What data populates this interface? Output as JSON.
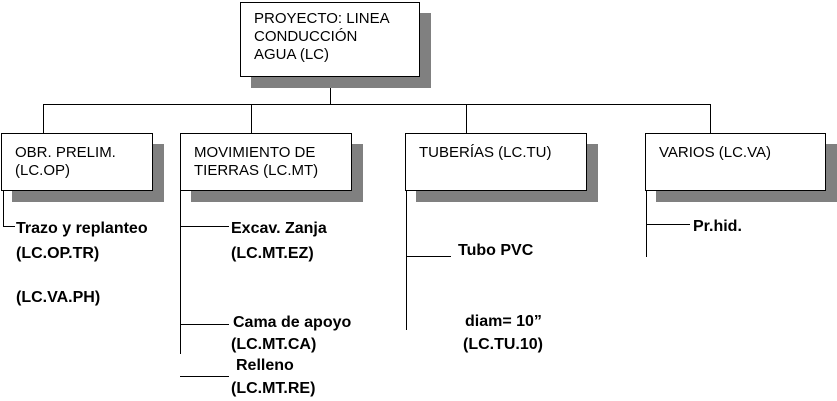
{
  "root": {
    "lines": [
      "PROYECTO: LINEA",
      "CONDUCCIÓN",
      "AGUA (LC)"
    ]
  },
  "categories": [
    {
      "id": "op",
      "lines": [
        "OBR. PRELIM.",
        "(LC.OP)"
      ],
      "items": [
        {
          "name": "Trazo y replanteo",
          "code": "(LC.OP.TR)"
        },
        {
          "code": "(LC.VA.PH)"
        }
      ]
    },
    {
      "id": "mt",
      "lines": [
        "MOVIMIENTO DE",
        "TIERRAS (LC.MT)"
      ],
      "items": [
        {
          "name": "Excav. Zanja",
          "code": "(LC.MT.EZ)"
        },
        {
          "name": "Cama de apoyo",
          "code": "(LC.MT.CA)"
        },
        {
          "name": "Relleno",
          "code": "(LC.MT.RE)"
        }
      ]
    },
    {
      "id": "tu",
      "lines": [
        "TUBERÍAS (LC.TU)"
      ],
      "items": [
        {
          "name": "Tubo PVC"
        },
        {
          "name": "diam= 10”",
          "code": "(LC.TU.10)"
        }
      ]
    },
    {
      "id": "va",
      "lines": [
        "VARIOS (LC.VA)"
      ],
      "items": [
        {
          "name": "Pr.hid."
        }
      ]
    }
  ]
}
